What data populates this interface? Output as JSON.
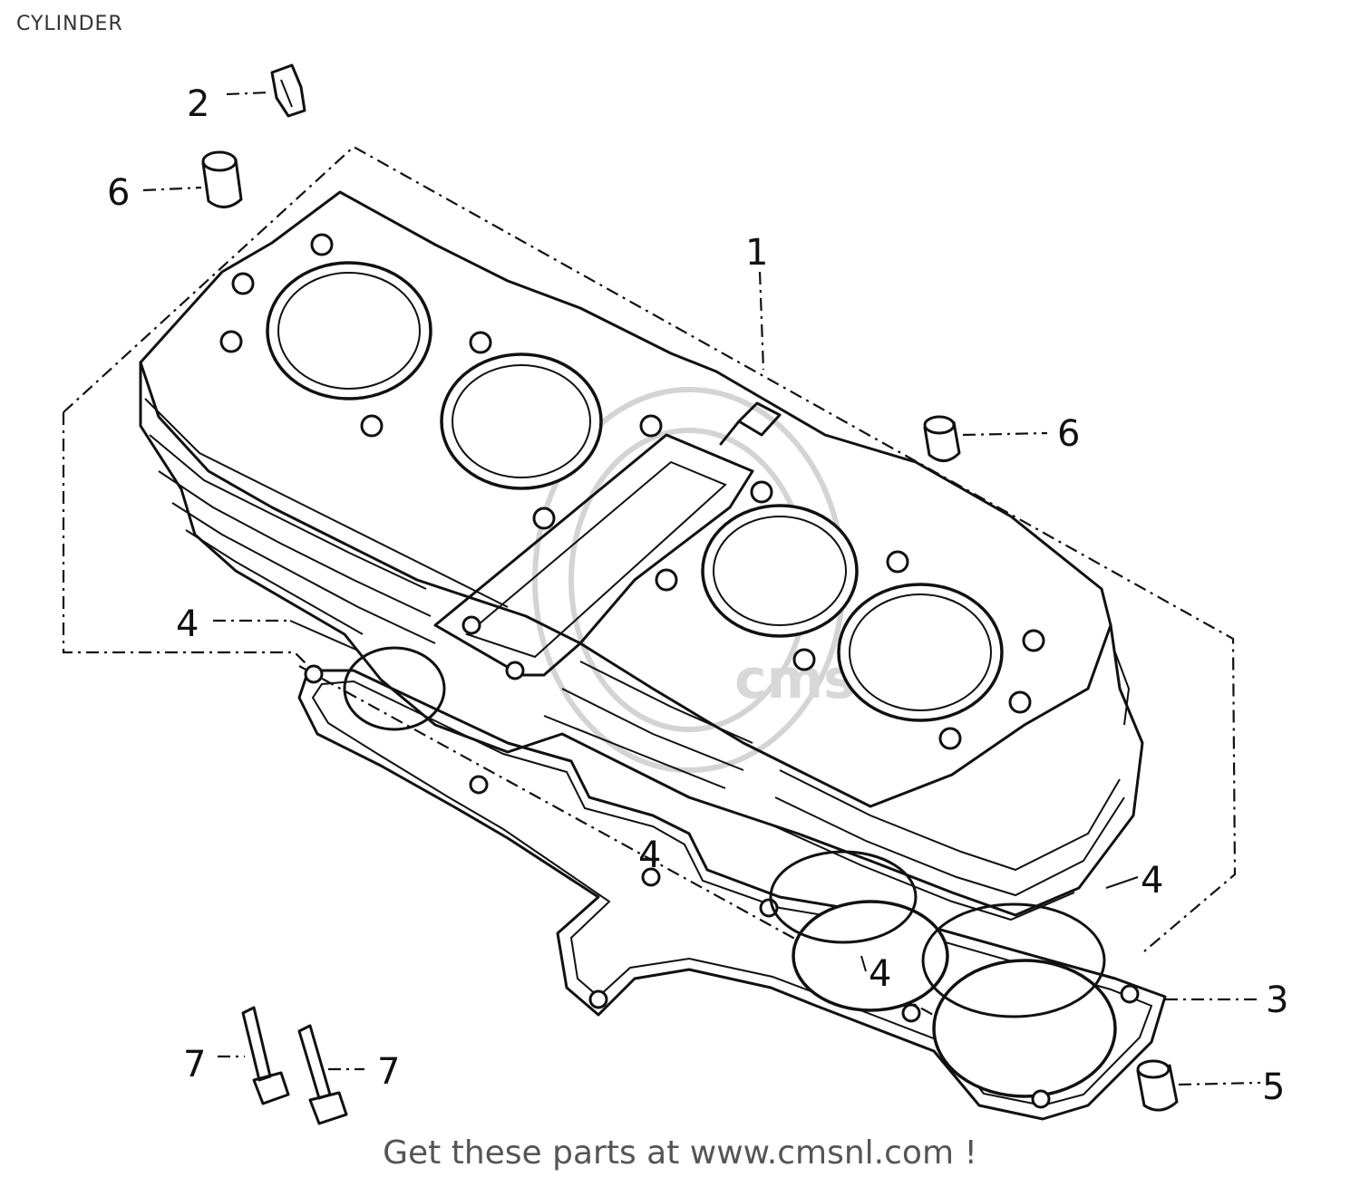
{
  "page": {
    "title": "CYLINDER",
    "footer": "Get these parts at www.cmsnl.com !"
  },
  "watermark": {
    "text": "cms"
  },
  "callouts": {
    "c1": "1",
    "c2": "2",
    "c3": "3",
    "c4a": "4",
    "c4b": "4",
    "c4c": "4",
    "c4d": "4",
    "c5": "5",
    "c6a": "6",
    "c6b": "6",
    "c7a": "7",
    "c7b": "7"
  }
}
